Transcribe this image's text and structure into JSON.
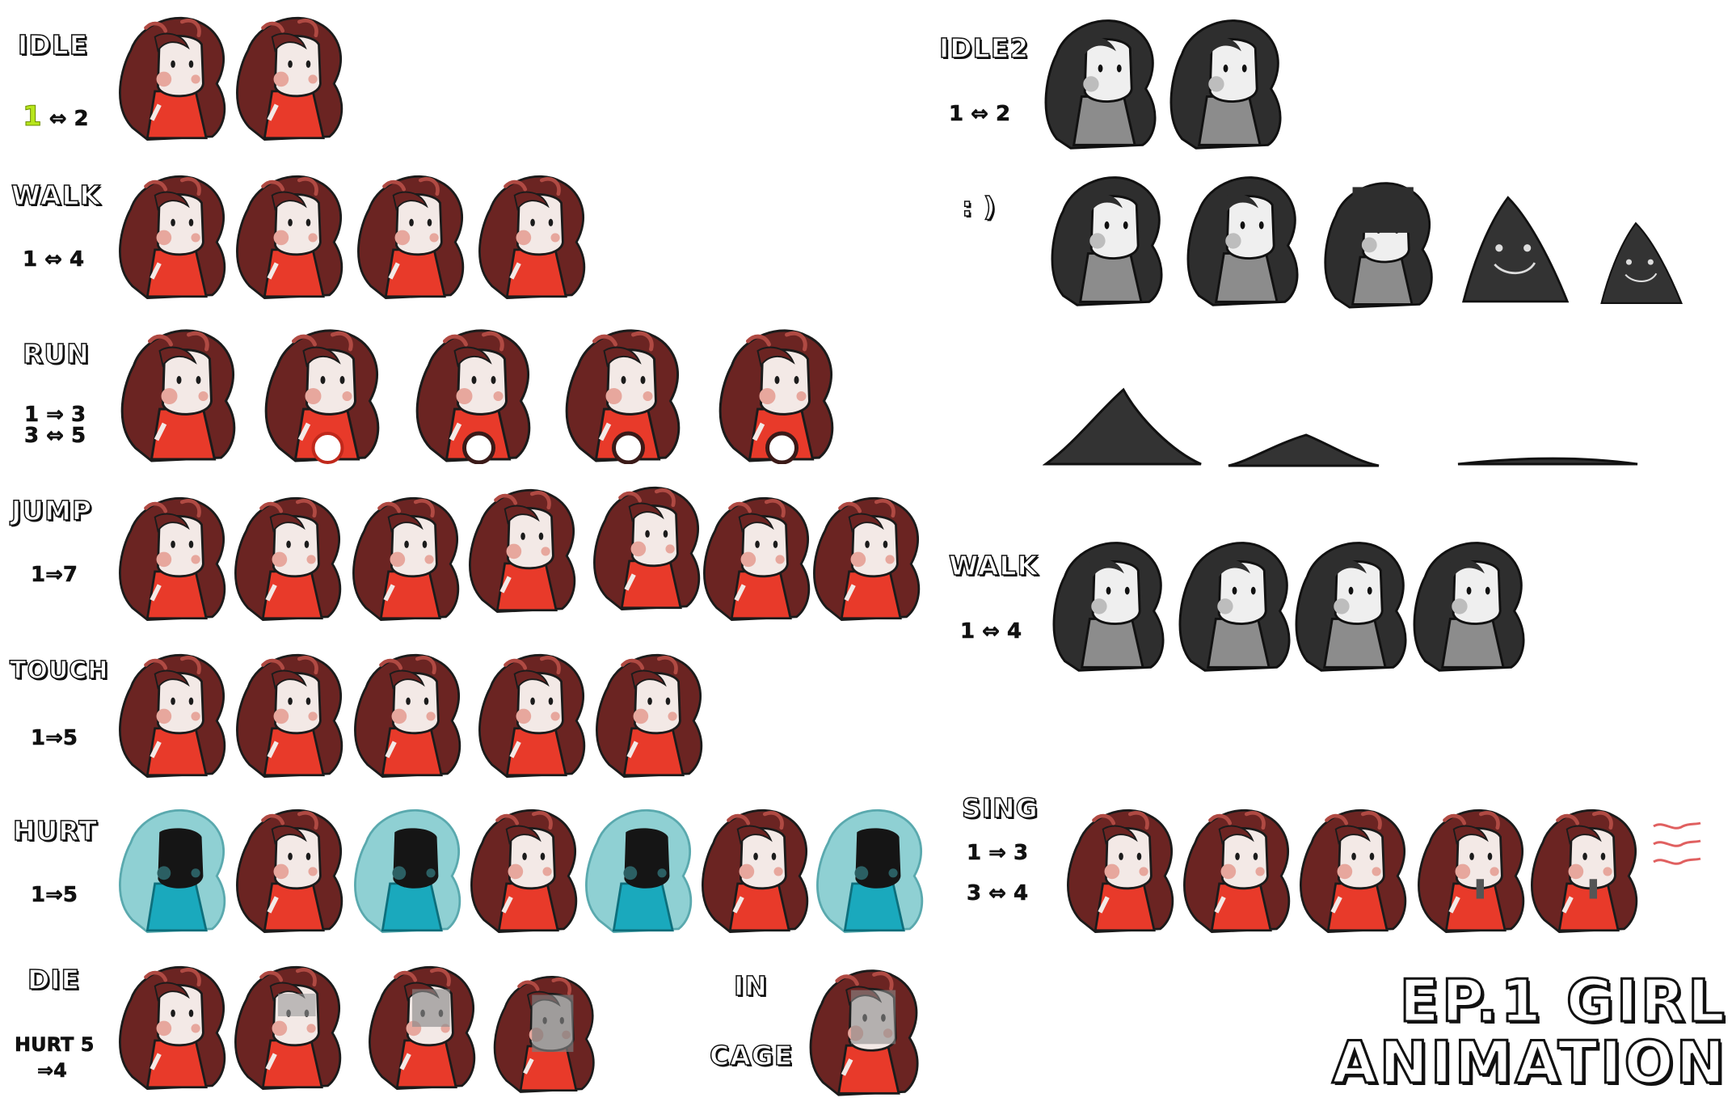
{
  "labels": {
    "idle": {
      "name": "IDLE",
      "frames_hl": "1",
      "frames_rest": " ⇔ 2"
    },
    "walk": {
      "name": "WALK",
      "frames": "1 ⇔ 4"
    },
    "run": {
      "name": "RUN",
      "frames1": "1 ⇒ 3",
      "frames2": "3 ⇔ 5"
    },
    "jump": {
      "name": "JUMP",
      "frames": "1⇒7"
    },
    "touch": {
      "name": "TOUCH",
      "frames": "1⇒5"
    },
    "hurt": {
      "name": "HURT",
      "frames": "1⇒5"
    },
    "die": {
      "name": "DIE",
      "frames1": "HURT 5",
      "frames2": "⇒4"
    },
    "in_cage": {
      "line1": "IN",
      "line2": "CAGE"
    },
    "idle2": {
      "name": "IDLE2",
      "frames": "1 ⇔ 2"
    },
    "smile": {
      "name": ": )"
    },
    "walk2": {
      "name": "WALK",
      "frames": "1 ⇔ 4"
    },
    "sing": {
      "name": "SING",
      "frames1": "1 ⇒ 3",
      "frames2": "3 ⇔ 4"
    }
  },
  "title": {
    "line1": "EP.1 GIRL",
    "line2": "ANIMATION"
  },
  "colors": {
    "hair": "#6b2422",
    "dress": "#e83a2a",
    "skin": "#f3e9e6",
    "blush": "#e7a79d",
    "ghost_hair": "#8fd0d3",
    "ghost_dress": "#1aa9bd",
    "dark_hair": "#2e2e2e",
    "gray_dress": "#8c8c8c",
    "outline": "#1b1b1b"
  }
}
